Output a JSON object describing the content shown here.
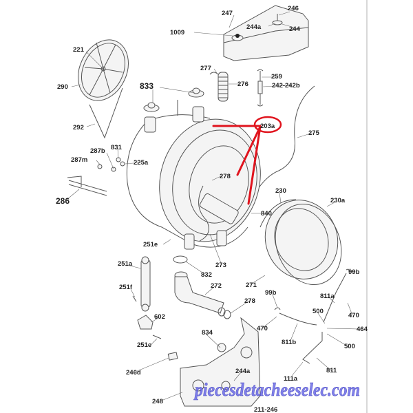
{
  "diagram": {
    "labels": {
      "l247": "247",
      "l246": "246",
      "l1009": "1009",
      "l244a_top": "244a",
      "l244_top": "244",
      "l221": "221",
      "l277": "277",
      "l259": "259",
      "l276": "276",
      "l242": "242-242b",
      "l833": "833",
      "l290": "290",
      "l203a": "203a",
      "l275": "275",
      "l292": "292",
      "l287b": "287b",
      "l831": "831",
      "l225a": "225a",
      "l287m": "287m",
      "l278_top": "278",
      "l230": "230",
      "l230a": "230a",
      "l286": "286",
      "l840": "840",
      "l251e_1": "251e",
      "l273": "273",
      "l251a": "251a",
      "l832": "832",
      "l99b_r": "99b",
      "l271": "271",
      "l272": "272",
      "l251f": "251f",
      "l811a": "811a",
      "l99b_l": "99b",
      "l278_b": "278",
      "l500_a": "500",
      "l470_r": "470",
      "l602": "602",
      "l470_l": "470",
      "l464": "464",
      "l834": "834",
      "l811b": "811b",
      "l251e_2": "251e",
      "l500_b": "500",
      "l246d": "246d",
      "l811": "811",
      "l244a_b": "244a",
      "l111a": "111a",
      "l248": "248",
      "l211": "211-246"
    },
    "highlight_color": "#e0141e"
  },
  "watermark": "piecesdetacheeselec.com"
}
